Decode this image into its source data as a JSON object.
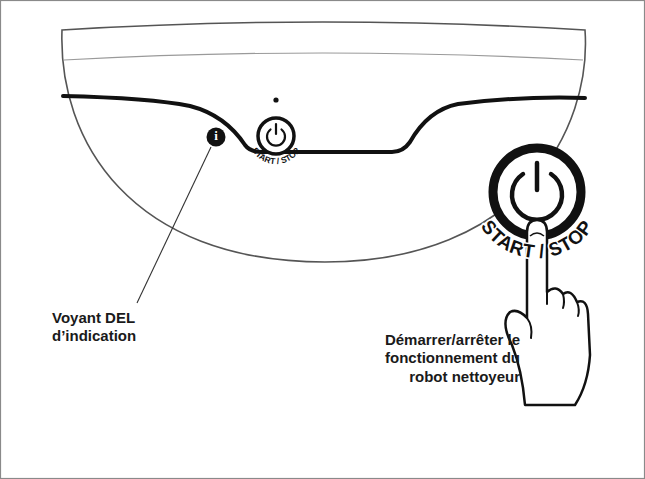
{
  "diagram": {
    "labels": [
      "i",
      "START / STOP",
      "Voyant DEL d’indication",
      "START / STOP",
      "Démarrer/arrêter le fonctionnement du robot nettoyeur"
    ]
  }
}
